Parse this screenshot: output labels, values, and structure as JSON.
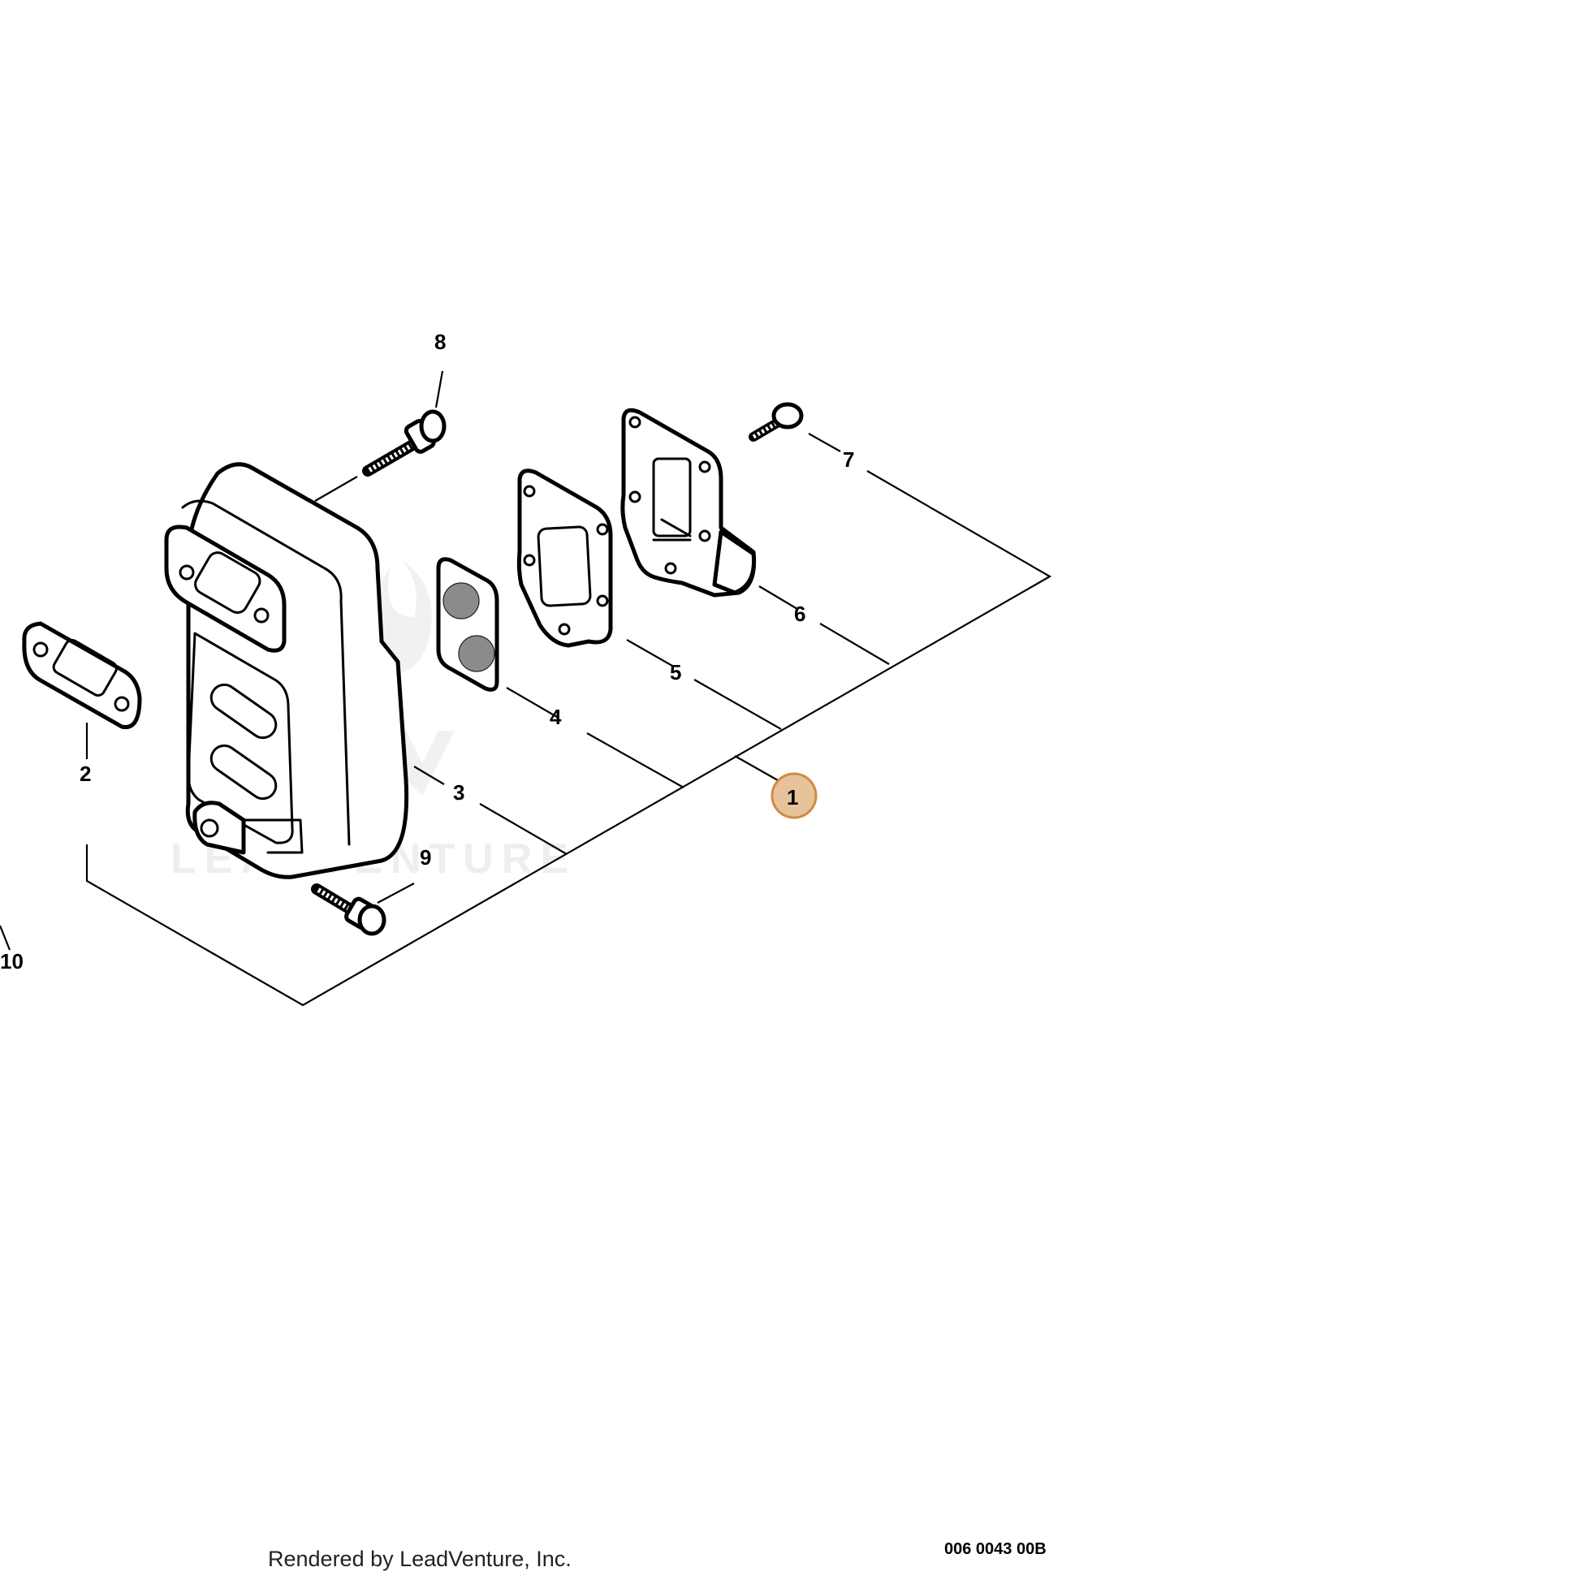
{
  "diagram": {
    "callouts": {
      "c1": "1",
      "c2": "2",
      "c3": "3",
      "c4": "4",
      "c5": "5",
      "c6": "6",
      "c7": "7",
      "c8": "8",
      "c9": "9",
      "c10": "10"
    },
    "highlight_color": "#e6c39a",
    "highlight_stroke": "#d28a44",
    "watermark": "LEADVENTURE"
  },
  "footer": {
    "rendered_by": "Rendered by LeadVenture, Inc.",
    "figure_code": "006 0043 00B"
  }
}
